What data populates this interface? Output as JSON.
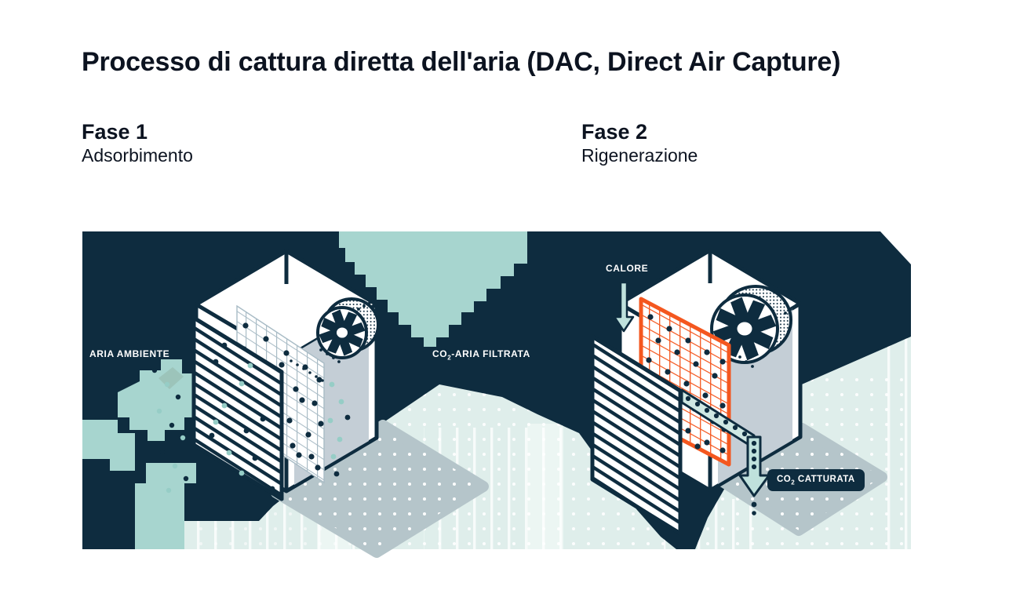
{
  "title": "Processo di cattura diretta dell'aria (DAC, Direct Air Capture)",
  "phases": [
    {
      "name": "Fase 1",
      "subtitle": "Adsorbimento"
    },
    {
      "name": "Fase 2",
      "subtitle": "Rigenerazione"
    }
  ],
  "diagram": {
    "labels": {
      "ambient_air": "ARIA AMBIENTE",
      "filtered_air_prefix": "CO",
      "filtered_air_sub": "2",
      "filtered_air_rest": "-ARIA FILTRATA",
      "heat": "CALORE",
      "captured_prefix": "CO",
      "captured_sub": "2",
      "captured_rest": " CATTURATA"
    },
    "colors": {
      "navy": "#0e2c3f",
      "teal_cloud": "#a7d5cf",
      "sage": "#9cc4ba",
      "mint": "#dfeeeb",
      "shadow_gray": "#b5c5ca",
      "panel_gray": "#c4ced6",
      "orange": "#f4571f",
      "arrow_teal": "#bfe1dc",
      "dot_teal": "#96cdc6",
      "grid_gray": "#a9bcc6",
      "white": "#ffffff"
    },
    "icons": [
      "fan-icon",
      "louver-panel-icon",
      "filter-grid-icon",
      "heat-arrow-icon",
      "co2-flow-arrow-icon",
      "co2-dots"
    ]
  }
}
